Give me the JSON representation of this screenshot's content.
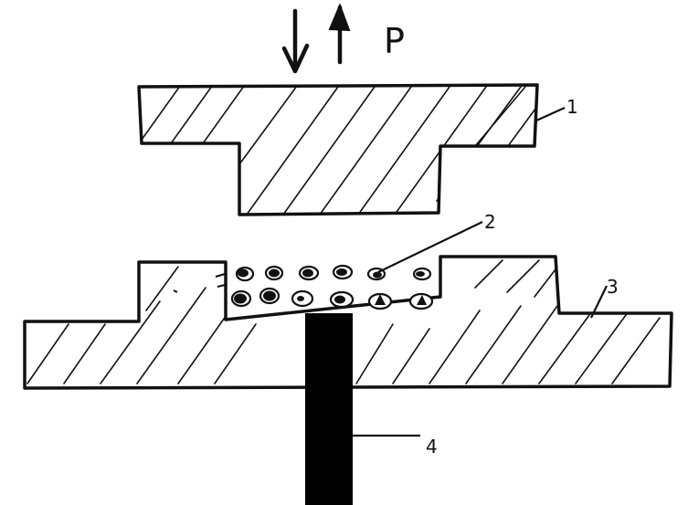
{
  "force": {
    "label": "P",
    "arrow_down": "down-arrow",
    "arrow_up": "up-arrow"
  },
  "callouts": [
    {
      "id": "1",
      "label": "1"
    },
    {
      "id": "2",
      "label": "2"
    },
    {
      "id": "3",
      "label": "3"
    },
    {
      "id": "4",
      "label": "4"
    }
  ],
  "colors": {
    "ink": "#111111",
    "background": "#ffffff",
    "rod": "#000000"
  }
}
